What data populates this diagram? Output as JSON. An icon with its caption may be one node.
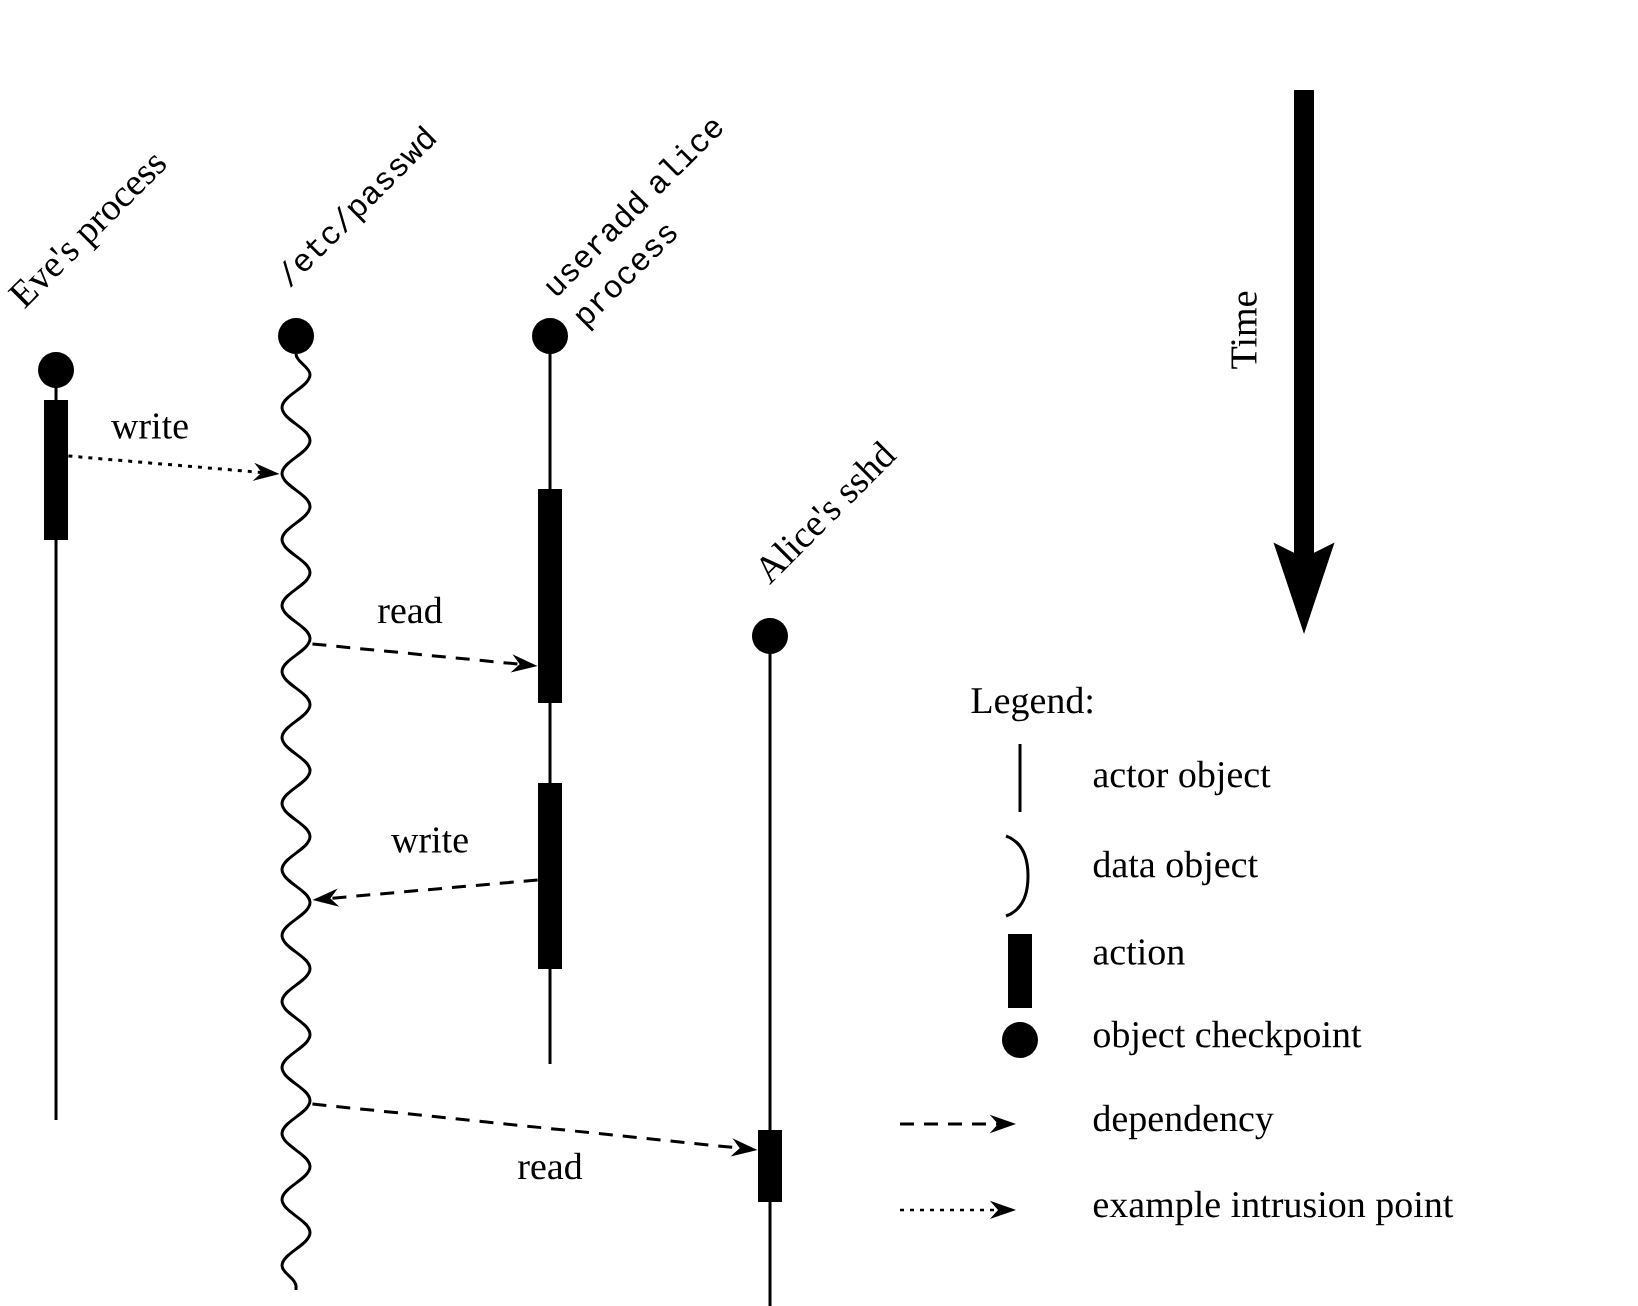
{
  "diagram": {
    "nodes": [
      {
        "text": [
          "Eve's process"
        ]
      },
      {
        "text": [
          "/etc/passwd"
        ]
      },
      {
        "text": [
          "useradd alice process"
        ]
      },
      {
        "text": [
          "Alice's sshd"
        ]
      },
      {
        "text": [],
        "shape": "bar",
        "in": 0
      },
      {
        "text": [],
        "shape": "bar",
        "in": 2
      },
      {
        "text": [],
        "shape": "bar",
        "in": 2
      },
      {
        "text": [],
        "shape": "bar",
        "in": 3
      }
    ],
    "edges": [
      {
        "from": 4,
        "to": 1,
        "arrow": "to",
        "label": "write"
      },
      {
        "from": 1,
        "to": 5,
        "arrow": "to",
        "label": "read",
        "style": "dashed"
      },
      {
        "from": 6,
        "to": 1,
        "arrow": "to",
        "label": "write",
        "style": "dashed"
      },
      {
        "from": 1,
        "to": 7,
        "arrow": "to",
        "label": "read",
        "style": "dashed"
      }
    ],
    "labels": [
      "Time",
      "Legend:"
    ],
    "legend": [
      {
        "text": "actor object"
      },
      {
        "text": "data object"
      },
      {
        "text": "action"
      },
      {
        "text": "object checkpoint"
      },
      {
        "text": "dependency"
      },
      {
        "text": "example intrusion point"
      }
    ]
  }
}
